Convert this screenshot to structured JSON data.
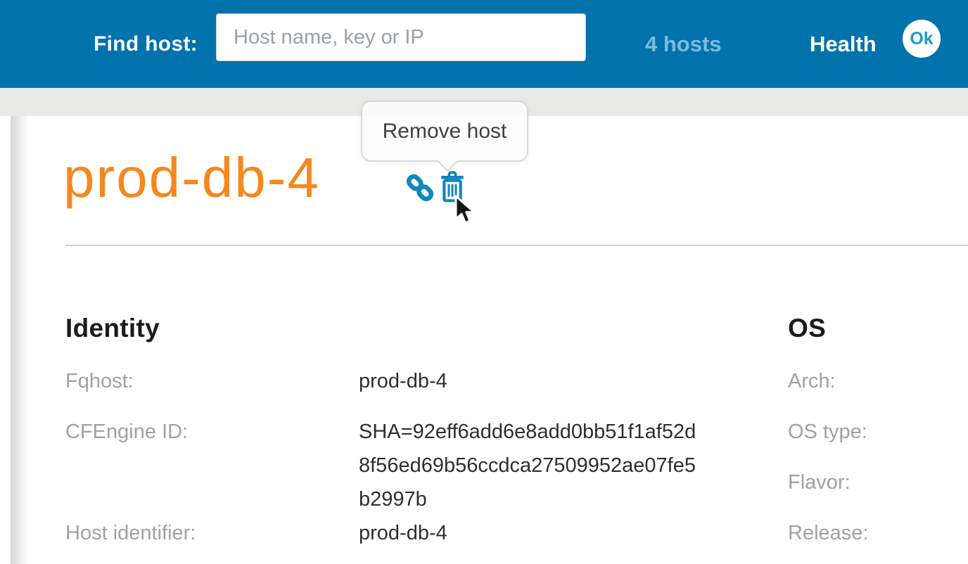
{
  "navbar": {
    "find_host_label": "Find host:",
    "search_placeholder": "Host name, key or IP",
    "search_value": "",
    "hosts_count_link": "4 hosts",
    "health_label": "Health",
    "health_status": "Ok"
  },
  "tooltip": {
    "text": "Remove host"
  },
  "host": {
    "title": "prod-db-4"
  },
  "identity": {
    "heading": "Identity",
    "fields": [
      {
        "label": "Fqhost:",
        "value": "prod-db-4"
      },
      {
        "label": "CFEngine ID:",
        "value": "SHA=92eff6add6e8add0bb51f1af52d8f56ed69b56ccdca27509952ae07fe5b2997b"
      },
      {
        "label": "Host identifier:",
        "value": "prod-db-4"
      }
    ]
  },
  "os": {
    "heading": "OS",
    "fields": [
      {
        "label": "Arch:",
        "value": ""
      },
      {
        "label": "OS type:",
        "value": ""
      },
      {
        "label": "Flavor:",
        "value": ""
      },
      {
        "label": "Release:",
        "value": ""
      }
    ]
  },
  "icons": {
    "link_icon": "share-host-link",
    "trash_icon": "remove-host"
  },
  "colors": {
    "header_blue": "#0072AC",
    "accent_orange": "#F6871F",
    "icon_blue": "#1187BA",
    "hosts_link_blue": "#7DBADE",
    "ok_badge_text_blue": "#189BCC",
    "subbar_gray": "#E9E9E8"
  }
}
